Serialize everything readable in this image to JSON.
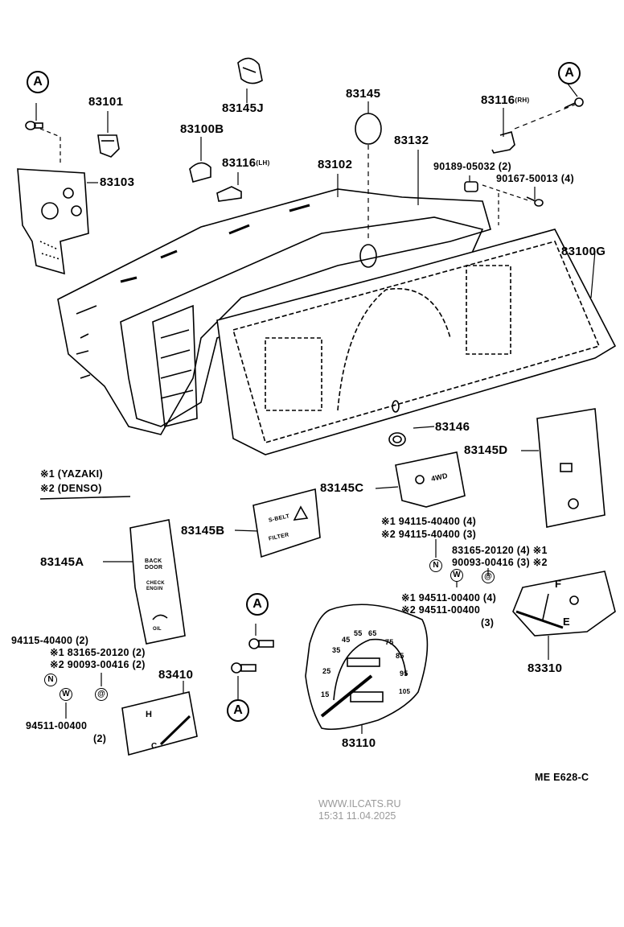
{
  "callouts": {
    "ref_a": "A",
    "p83101": "83101",
    "p83145j": "83145J",
    "p83145": "83145",
    "p83116_rh": "83116",
    "p83116_rh_suffix": "(RH)",
    "p83100b": "83100B",
    "p83116_lh": "83116",
    "p83116_lh_suffix": "(LH)",
    "p83102": "83102",
    "p83132": "83132",
    "p90189": "90189-05032 (2)",
    "p90167": "90167-50013 (4)",
    "p83103": "83103",
    "p83100g": "83100G",
    "p83146": "83146",
    "p83145d": "83145D",
    "p83145c": "83145C",
    "p83145b": "83145B",
    "p83145a": "83145A",
    "p83310": "83310",
    "p83410": "83410",
    "p83110": "83110"
  },
  "legend": {
    "yazaki": "※1 (YAZAKI)",
    "denso": "※2 (DENSO)"
  },
  "notes_right": {
    "n1": "※1 94115-40400 (4)",
    "n2": "※2 94115-40400 (3)",
    "c1": "83165-20120 (4) ※1",
    "c2": "90093-00416 (3) ※2",
    "w1": "※1 94511-00400 (4)",
    "w2": "※2 94511-00400",
    "w2q": "(3)"
  },
  "notes_left": {
    "n": "94115-40400 (2)",
    "c1": "※1 83165-20120 (2)",
    "c2": "※2 90093-00416 (2)",
    "w": "94511-00400",
    "wq": "(2)"
  },
  "symbols": {
    "nut": "N",
    "washer": "W",
    "clip": "@"
  },
  "panel_text": {
    "b_belt": "S-BELT",
    "b_filter": "FILTER",
    "c_4wd": "4WD",
    "a_back": "BACK DOOR",
    "a_check": "CHECK ENGIN",
    "a_oil": "OIL",
    "gauge_f": "F",
    "gauge_e": "E",
    "gauge_h": "H",
    "gauge_c": "C"
  },
  "speedo_marks": [
    "15",
    "25",
    "35",
    "45",
    "55",
    "65",
    "75",
    "85",
    "95",
    "105"
  ],
  "diagram_code": "ME  E628-C",
  "watermark": {
    "site": "WWW.ILCATS.RU",
    "time": "15:31 11.04.2025"
  }
}
